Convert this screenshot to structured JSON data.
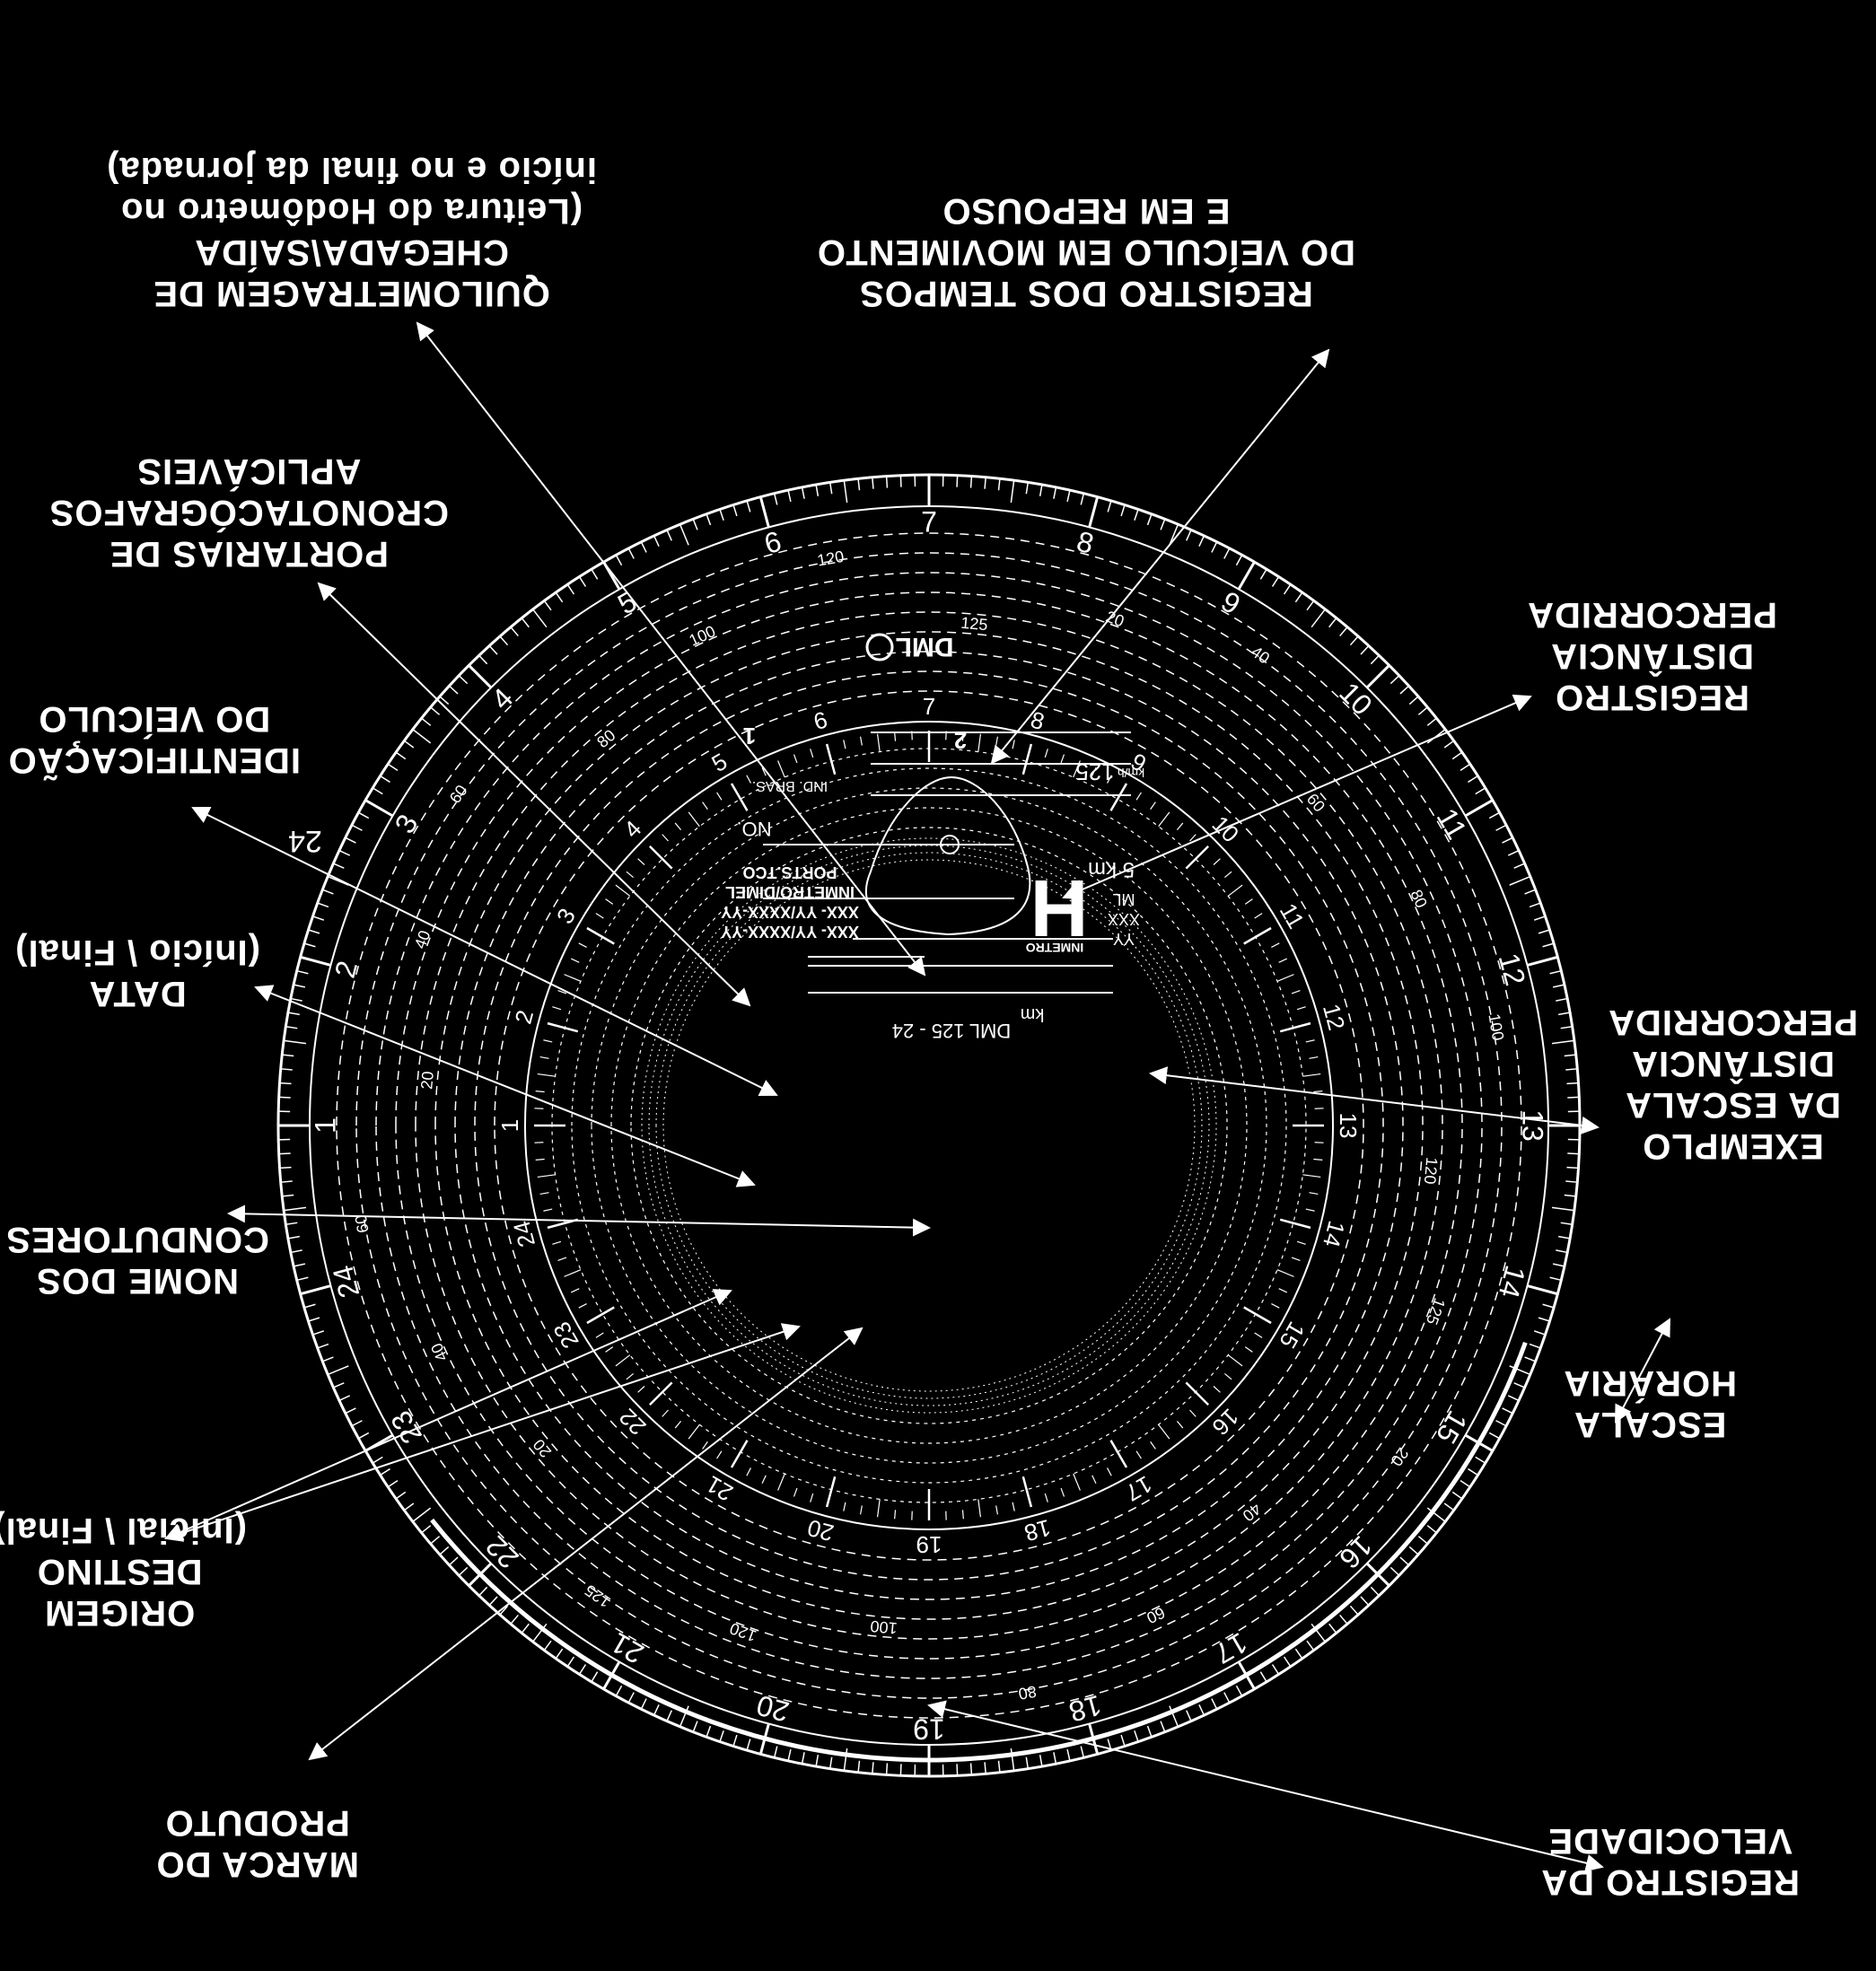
{
  "callouts": {
    "quilometragem": [
      "QUILOMETRAGEM DE",
      "CHEGADA\\SAÍDA",
      "(Leitura do Hodômetro no",
      "início e no final da jornada)"
    ],
    "registro_tempos": [
      "REGISTRO DOS TEMPOS",
      "DO VEÍCULO EM MOVIMENTO",
      "E EM REPOUSO"
    ],
    "portarias": [
      "PORTARIAS DE",
      "CRONOTACÓGRAFOS",
      "APLICÁVEIS"
    ],
    "registro_distancia": [
      "REGISTRO",
      "DISTÂNCIA",
      "PERCORRIDA"
    ],
    "identificacao": [
      "IDENTIFICAÇÃO",
      "DO VEÍCULO"
    ],
    "data": [
      "DATA",
      "(Início \\ Final)"
    ],
    "exemplo_escala": [
      "EXEMPLO",
      "DA ESCALA",
      "DISTÂNCIA",
      "PERCORRIDA"
    ],
    "nome_condutores": [
      "NOME DOS",
      "CONDUTORES"
    ],
    "escala_horaria": [
      "ESCALA",
      "HORÁRIA"
    ],
    "origem_destino": [
      "ORIGEM",
      "DESTINO",
      "(Inicial \\ Final)"
    ],
    "marca_produto": [
      "MARCA DO",
      "PRODUTO"
    ],
    "registro_velocidade": [
      "REGISTRO DA",
      "VELOCIDADE"
    ]
  },
  "disc": {
    "hour_labels": [
      "1",
      "2",
      "3",
      "4",
      "5",
      "6",
      "7",
      "8",
      "9",
      "10",
      "11",
      "12",
      "13",
      "14",
      "15",
      "16",
      "17",
      "18",
      "19",
      "20",
      "21",
      "22",
      "23",
      "24"
    ],
    "speed_labels": [
      "20",
      "40",
      "60",
      "80",
      "100",
      "120",
      "125"
    ],
    "max_speed_label": "125",
    "speed_unit": "km/h",
    "distance_example": "5 km",
    "km_label": "km",
    "brand": "DML",
    "model_code": "DML 125 - 24",
    "inmetro_label": "INMETRO",
    "portaria_lines": [
      "PORTS.TCO",
      "INMETRO/DIMEL",
      "XXX- YY/XXXX-YY",
      "XXX- YY/XXXX-YY"
    ],
    "number_label": "NO.",
    "made_in": "IND. BRAS.",
    "hours_max_label": "24",
    "marks": [
      "ML",
      "XXX",
      "YY"
    ],
    "inner_numbers": [
      "1",
      "2"
    ],
    "big_symbol": "H"
  }
}
